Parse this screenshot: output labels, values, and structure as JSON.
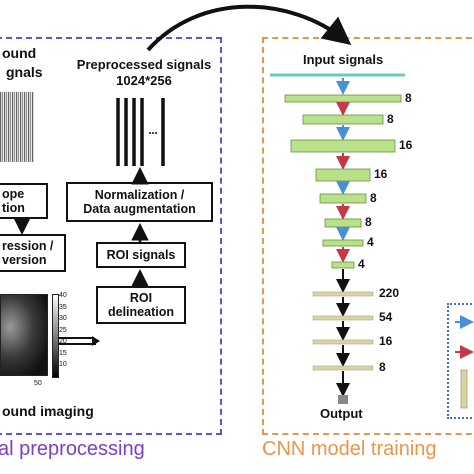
{
  "left_panel": {
    "ultrasound_signals": [
      "ound",
      "gnals"
    ],
    "envelope_detection": [
      "ope",
      "tion"
    ],
    "compression_conversion": [
      "ression /",
      "version"
    ],
    "ultrasound_imaging": "ound imaging",
    "colorbar_ticks": [
      "40",
      "35",
      "30",
      "25",
      "20",
      "15",
      "10"
    ],
    "image_axis_label": "50",
    "roi_delineation": [
      "ROI",
      "delineation"
    ],
    "roi_signals": "ROI signals",
    "normalization": [
      "Normalization /",
      "Data augmentation"
    ],
    "preprocessed_title": [
      "Preprocessed signals",
      "1024*256"
    ],
    "footer": "al preprocessing"
  },
  "right_panel": {
    "input_signals": "Input signals",
    "output": "Output",
    "footer": "CNN model training",
    "conv_layers": [
      {
        "label": "8",
        "arrow_color": "blue"
      },
      {
        "label": "8",
        "arrow_color": "red"
      },
      {
        "label": "16",
        "arrow_color": "blue"
      },
      {
        "label": "16",
        "arrow_color": "red"
      },
      {
        "label": "8",
        "arrow_color": "blue"
      },
      {
        "label": "8",
        "arrow_color": "red"
      },
      {
        "label": "4",
        "arrow_color": "blue"
      },
      {
        "label": "4",
        "arrow_color": "red"
      }
    ],
    "dense_layers": [
      "220",
      "54",
      "16",
      "8"
    ]
  },
  "colors": {
    "left_border": "#6a4fc8",
    "right_border": "#e8964a",
    "left_footer": "#7b3fc4",
    "right_footer": "#e8964a",
    "conv_fill": "#b9e08a",
    "dense_fill": "#d8d4a6",
    "blue_arrow": "#4a90d9",
    "red_arrow": "#c23a4a",
    "input_line": "#6fc7c4",
    "legend_border": "#4a6fb0"
  }
}
